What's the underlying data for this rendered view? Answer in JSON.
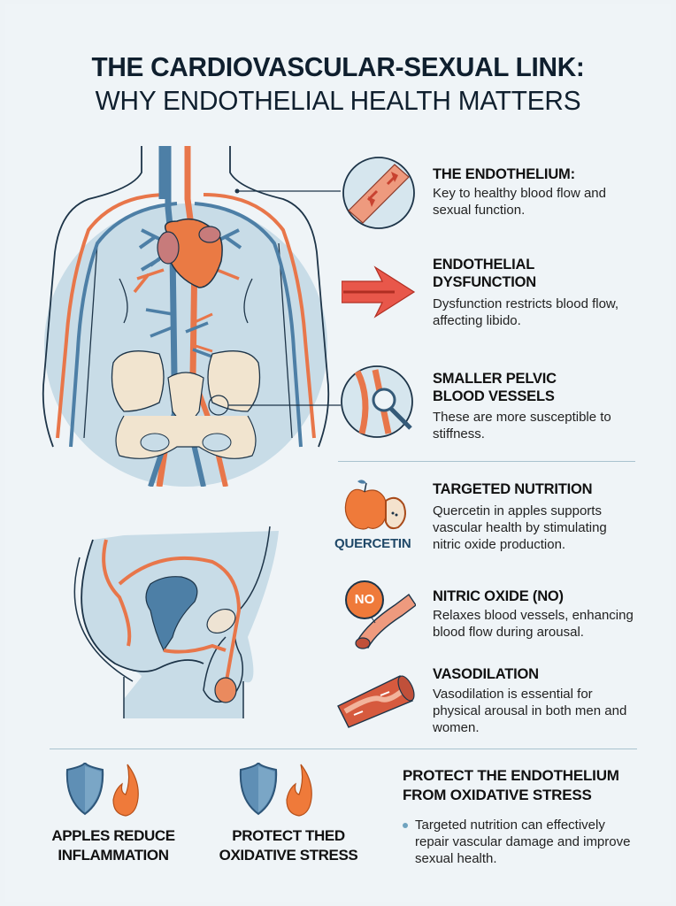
{
  "title": {
    "line1": "THE CARDIOVASCULAR-SEXUAL LINK:",
    "line2": "WHY ENDOTHELIAL HEALTH MATTERS"
  },
  "colors": {
    "background": "#eff4f7",
    "artery": "#e8764a",
    "vein": "#4d7fa6",
    "body_fill": "#c9dde8",
    "bone": "#f1e4cf",
    "accent_red": "#dd4a3c",
    "shield": "#5f8fb5",
    "flame": "#ef7a3a",
    "heading": "#111111"
  },
  "sections": [
    {
      "icon": "blood-vessel-icon",
      "heading": "THE ENDOTHELIUM:",
      "text": "Key to healthy blood flow and sexual function."
    },
    {
      "icon": "red-arrow-icon",
      "heading_lines": [
        "ENDOTHELIAL",
        "DYSFUNCTION"
      ],
      "text": "Dysfunction restricts blood flow, affecting libido."
    },
    {
      "icon": "magnified-vessel-icon",
      "heading_lines": [
        "SMALLER PELVIC",
        "BLOOD VESSELS"
      ],
      "text": "These are more susceptible to stiffness."
    },
    {
      "icon": "apple-icon",
      "icon_label": "QUERCETIN",
      "heading": "TARGETED NUTRITION",
      "text": "Quercetin in apples supports vascular health by stimulating nitric oxide production."
    },
    {
      "icon": "nitric-oxide-vessel-icon",
      "icon_label": "NO",
      "heading": "NITRIC OXIDE (NO)",
      "text": "Relaxes blood vessels, enhancing blood flow during arousal."
    },
    {
      "icon": "dilated-vessel-icon",
      "heading": "VASODILATION",
      "text": "Vasodilation is essential for physical arousal in both men and women."
    }
  ],
  "bottom": {
    "items": [
      {
        "icons": [
          "shield-icon",
          "flame-icon"
        ],
        "label_lines": [
          "APPLES REDUCE",
          "INFLAMMATION"
        ]
      },
      {
        "icons": [
          "shield-icon",
          "flame-icon"
        ],
        "label_lines": [
          "PROTECT THED",
          "OXIDATIVE STRESS"
        ]
      }
    ],
    "heading_lines": [
      "PROTECT THE ENDOTHELIUM",
      "FROM OXIDATIVE STRESS"
    ],
    "bullets": [
      "Targeted nutrition can effectively repair vascular damage and improve sexual health."
    ]
  },
  "illustrations": {
    "upper": "human-circulatory-system-torso",
    "lower": "pelvic-cross-section-side-view"
  }
}
